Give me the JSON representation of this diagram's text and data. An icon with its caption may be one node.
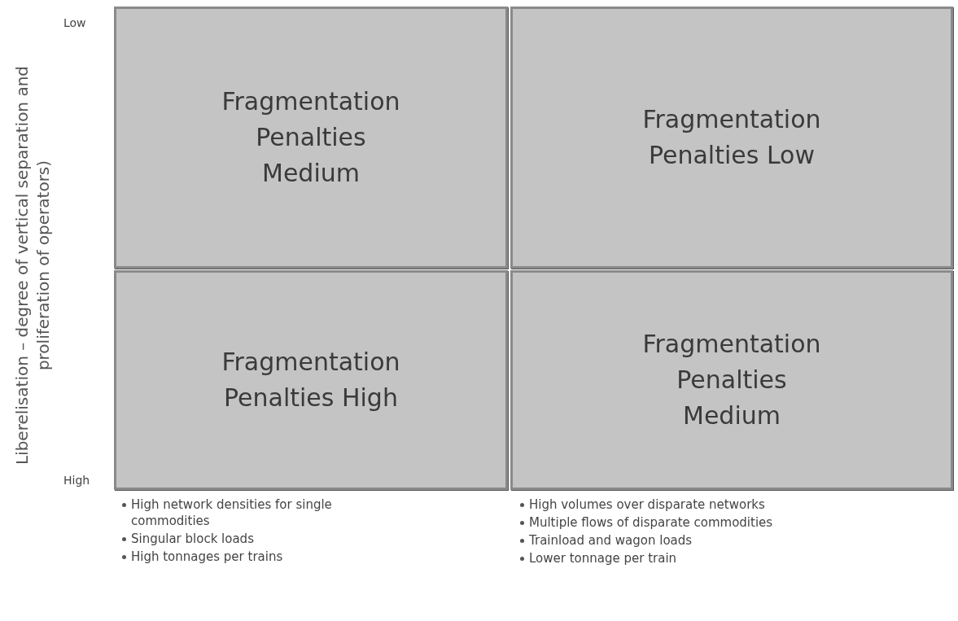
{
  "diagram": {
    "nodes": [
      {
        "text": [
          "Fragmentation Penalties Medium"
        ]
      },
      {
        "text": [
          "Fragmentation Penalties Low"
        ]
      },
      {
        "text": [
          "Fragmentation Penalties High"
        ]
      },
      {
        "text": [
          "Fragmentation Penalties Medium"
        ]
      }
    ],
    "labels": [
      "Liberelisation – degree of vertical separation and proliferation of operators)",
      "Low",
      "High",
      "High network densities for single commodities",
      "Singular block loads",
      "High tonnages per trains",
      "High volumes over disparate networks",
      "Multiple flows of disparate commodities",
      "Trainload and wagon loads",
      "Lower tonnage per train"
    ]
  }
}
